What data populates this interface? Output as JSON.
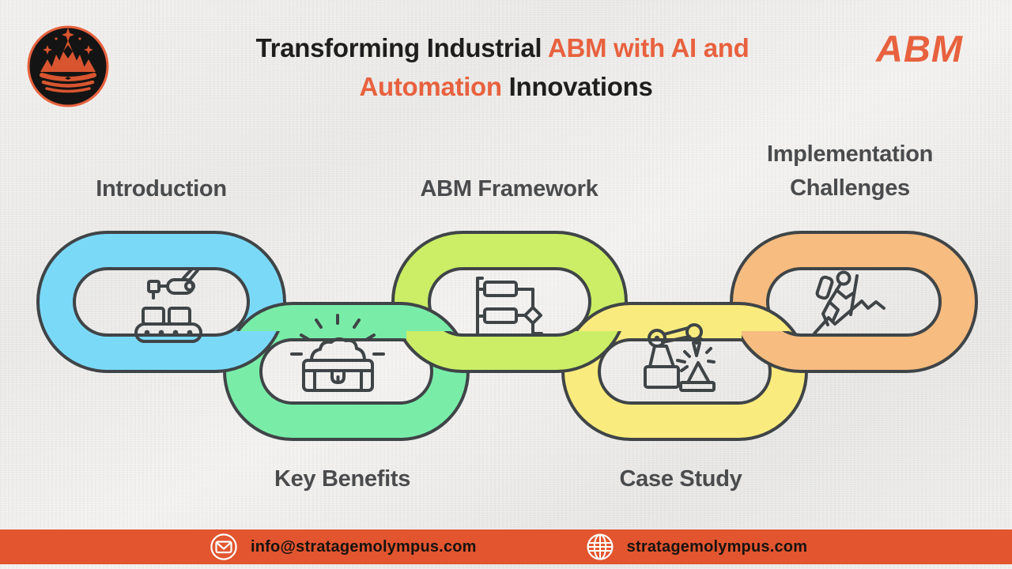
{
  "header": {
    "title_part1_black": "Transforming Industrial ",
    "title_part2_orange": "ABM with AI and ",
    "title_part3_orange": "Automation",
    "title_part4_black": " Innovations",
    "brand_wordmark": "ABM"
  },
  "colors": {
    "accent_orange": "#e8613e",
    "footer_bar": "#e2552f",
    "link_outline": "#3f4447",
    "label_gray": "#4a4b4d",
    "logo_crown": "#d9552f"
  },
  "chain": {
    "links": [
      {
        "label": "Introduction",
        "color": "#7bd9f8",
        "icon": "conveyor-robot-icon",
        "row": "top"
      },
      {
        "label": "Key Benefits",
        "color": "#79eda8",
        "icon": "treasure-chest-icon",
        "row": "bottom"
      },
      {
        "label": "ABM Framework",
        "color": "#cbee66",
        "icon": "flowchart-icon",
        "row": "top"
      },
      {
        "label": "Case Study",
        "color": "#f9eb7e",
        "icon": "robot-arm-icon",
        "row": "bottom"
      },
      {
        "label": "Implementation Challenges",
        "color": "#f6bc80",
        "icon": "hiker-icon",
        "row": "top"
      }
    ]
  },
  "footer": {
    "email": "info@stratagemolympus.com",
    "website": "stratagemolympus.com"
  }
}
